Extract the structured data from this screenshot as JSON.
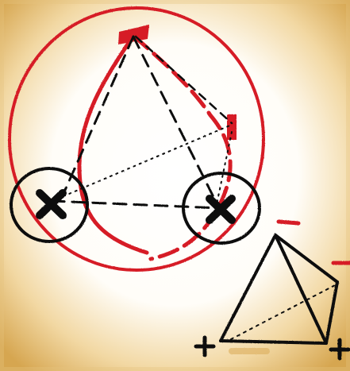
{
  "diagram": {
    "style": "hand-drawn sketch on paper",
    "colors": {
      "paper": "#f6f1e6",
      "paper_stain": "#dcae5a",
      "ink": "#111111",
      "accent": "#d61f26"
    },
    "symbols": {
      "cross_marks": 2,
      "small_figure_plus_signs": 2,
      "small_figure_minus_signs": 2
    }
  }
}
